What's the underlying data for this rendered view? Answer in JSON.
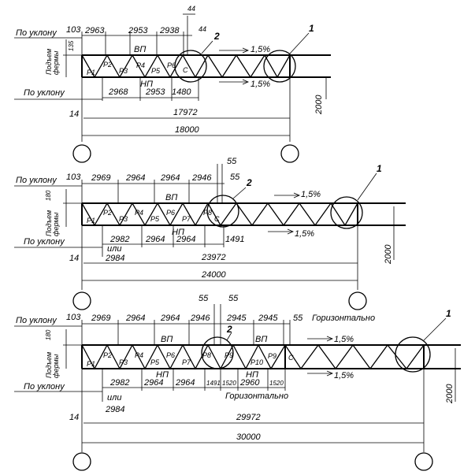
{
  "labels": {
    "slope": "По уклону",
    "rise_line1": "Подъем",
    "rise_line2": "фермы",
    "top_chord": "ВП",
    "bottom_chord": "НП",
    "horizontal": "Горизонтально",
    "or": "или",
    "slope_pct": "1,5%",
    "callout_1": "1",
    "callout_2": "2",
    "c": "С"
  },
  "truss_18": {
    "d103": "103",
    "d14": "14",
    "rise": "135",
    "height": "2000",
    "top_dims": [
      "2963",
      "2953",
      "2938"
    ],
    "d44a": "44",
    "d44b": "44",
    "bottom_dims": [
      "2968",
      "2953",
      "1480"
    ],
    "inner_span": "17972",
    "span": "18000",
    "panels": [
      "Р1",
      "Р2",
      "Р3",
      "Р4",
      "Р5",
      "Р6"
    ]
  },
  "truss_24": {
    "d103": "103",
    "d14": "14",
    "rise": "180",
    "height": "2000",
    "top_dims": [
      "2969",
      "2964",
      "2964",
      "2946"
    ],
    "d55a": "55",
    "d55b": "55",
    "bottom_dims": [
      "2982",
      "2964",
      "2964",
      "1491"
    ],
    "alt_dim": "2984",
    "inner_span": "23972",
    "span": "24000",
    "panels": [
      "Р1",
      "Р2",
      "Р3",
      "Р4",
      "Р5",
      "Р6",
      "Р7",
      "Р8"
    ]
  },
  "truss_30": {
    "d103": "103",
    "d14": "14",
    "rise": "180",
    "height": "2000",
    "top_dims": [
      "2969",
      "2964",
      "2964",
      "2946"
    ],
    "d55a": "55",
    "d55b": "55",
    "d55c": "55",
    "top_dims_right": [
      "2945",
      "2945"
    ],
    "bottom_dims": [
      "2982",
      "2964",
      "2964",
      "1491",
      "1520",
      "2960",
      "1520"
    ],
    "alt_dim": "2984",
    "inner_span": "29972",
    "span": "30000",
    "panels": [
      "Р1",
      "Р2",
      "Р3",
      "Р4",
      "Р5",
      "Р6",
      "Р7",
      "Р8",
      "Р9",
      "Р10",
      "Р9"
    ]
  }
}
